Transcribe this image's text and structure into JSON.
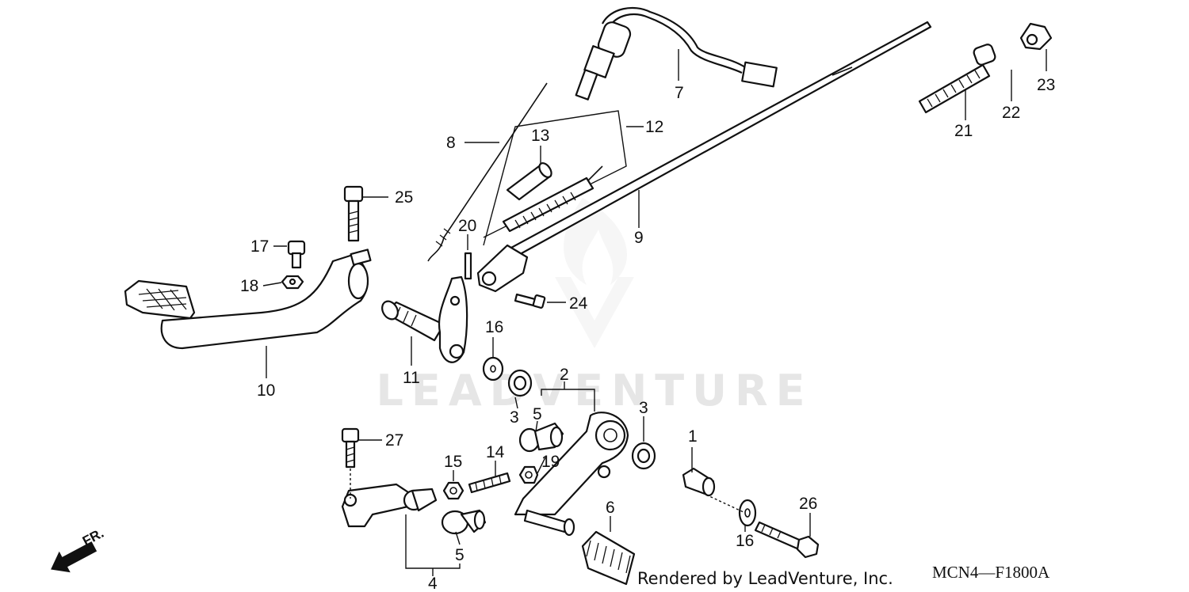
{
  "callouts": {
    "c1": "1",
    "c2": "2",
    "c3a": "3",
    "c3b": "3",
    "c4": "4",
    "c5a": "5",
    "c5b": "5",
    "c6": "6",
    "c7": "7",
    "c8": "8",
    "c9": "9",
    "c10": "10",
    "c11": "11",
    "c12": "12",
    "c13": "13",
    "c14": "14",
    "c15": "15",
    "c16a": "16",
    "c16b": "16",
    "c17": "17",
    "c18": "18",
    "c19": "19",
    "c20": "20",
    "c21": "21",
    "c22": "22",
    "c23": "23",
    "c24": "24",
    "c25": "25",
    "c26": "26",
    "c27": "27"
  },
  "watermark": "LEADVENTURE",
  "footer": {
    "rendered_by": "Rendered by LeadVenture, Inc.",
    "diagram_code": "MCN4—F1800A"
  },
  "direction": {
    "label": "FR."
  }
}
